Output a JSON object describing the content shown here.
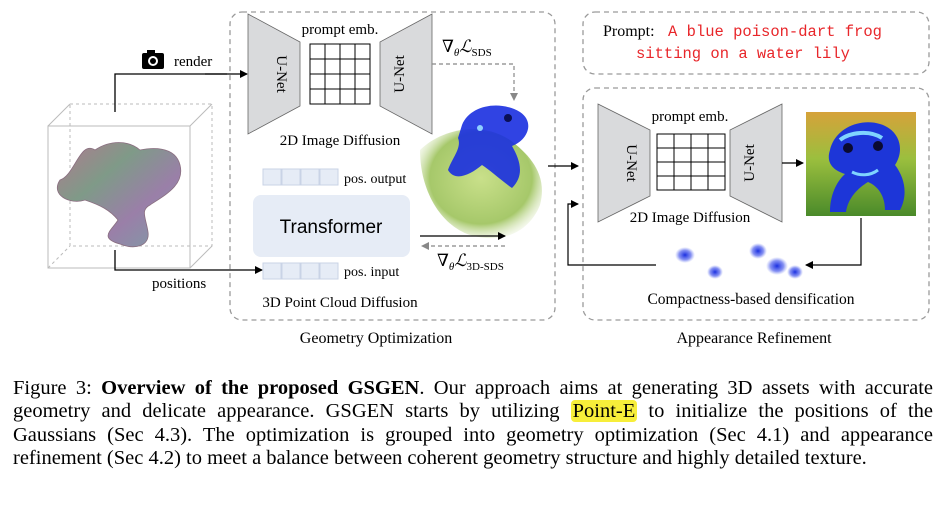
{
  "figure": {
    "render_label": "render",
    "positions_label": "positions",
    "geometry": {
      "prompt_emb": "prompt emb.",
      "unet_left": "U-Net",
      "unet_right": "U-Net",
      "diffusion_label": "2D Image Diffusion",
      "grad_sds_nabla": "∇",
      "grad_sds_sub": "θ",
      "grad_sds_L": "ℒ",
      "grad_sds_subscript": "SDS",
      "pos_output": "pos. output",
      "pos_input": "pos. input",
      "transformer": "Transformer",
      "grad_3d_subscript": "3D-SDS",
      "point_cloud_label": "3D Point Cloud Diffusion",
      "section_title": "Geometry Optimization"
    },
    "prompt": {
      "label": "Prompt:",
      "text_line1": "A blue poison-dart frog",
      "text_line2": "sitting on a water lily"
    },
    "appearance": {
      "prompt_emb": "prompt emb.",
      "unet_left": "U-Net",
      "unet_right": "U-Net",
      "diffusion_label": "2D Image Diffusion",
      "densification": "Compactness-based densification",
      "section_title": "Appearance Refinement"
    },
    "colors": {
      "dashed_border": "#9a9a9a",
      "unet_fill": "#d9dadc",
      "transformer_fill": "#e6ecf6",
      "prompt_text": "#e8262a",
      "highlight": "#f7ee3a",
      "gaussian_blue": "#1a2fe0"
    }
  },
  "caption": {
    "figure_number": "Figure 3:",
    "title": "Overview of the proposed GSGEN",
    "line1_rest": ". Our approach aims at generating 3D assets with accurate geometry and delicate appearance.",
    "line2_a": "GSGEN",
    "line2_b": "starts by utilizing",
    "highlight": "Point-E",
    "line2_c": "to initialize the positions of the Gaussians (Sec 4.3). The optimization is grouped into geometry optimization (Sec 4.1) and appearance refinement (Sec 4.2) to meet a balance between coherent geometry structure and highly detailed texture."
  }
}
